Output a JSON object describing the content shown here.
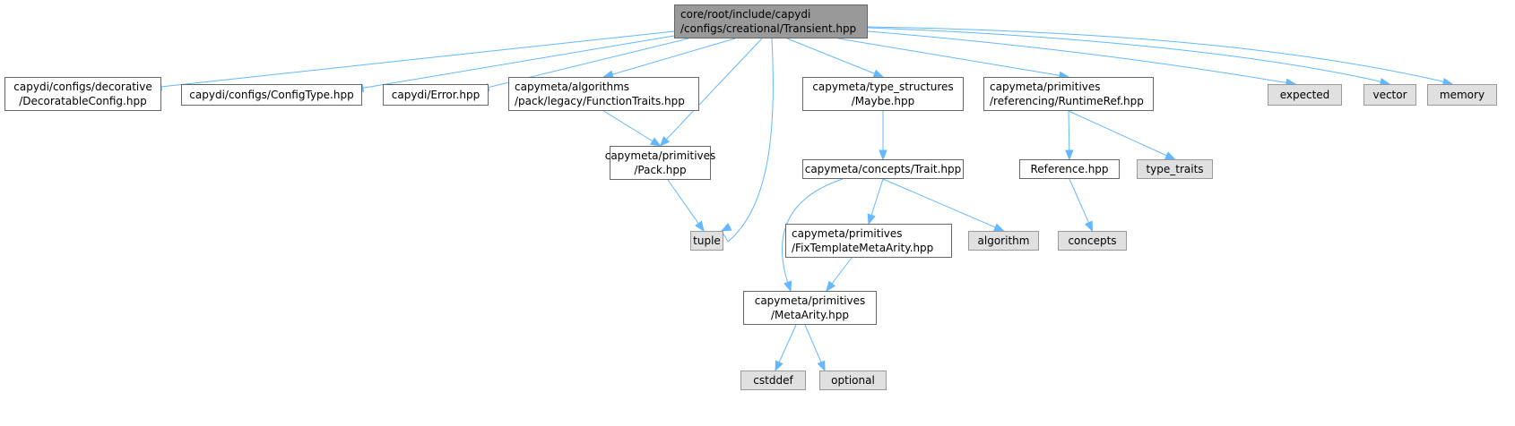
{
  "colors": {
    "edge": "#63b8ff",
    "root_fill": "#999999",
    "system_fill": "#e0e0e0",
    "local_fill": "#ffffff"
  },
  "nodes": [
    {
      "id": "root",
      "kind": "root",
      "lines": [
        "core/root/include/capydi",
        "/configs/creational/Transient.hpp"
      ]
    },
    {
      "id": "decoratable",
      "kind": "local",
      "lines": [
        "capydi/configs/decorative",
        "/DecoratableConfig.hpp"
      ]
    },
    {
      "id": "configtype",
      "kind": "local",
      "lines": [
        "capydi/configs/ConfigType.hpp"
      ]
    },
    {
      "id": "error",
      "kind": "local",
      "lines": [
        "capydi/Error.hpp"
      ]
    },
    {
      "id": "functiontraits",
      "kind": "local",
      "lines": [
        "capymeta/algorithms",
        "/pack/legacy/FunctionTraits.hpp"
      ]
    },
    {
      "id": "pack",
      "kind": "local",
      "lines": [
        "capymeta/primitives",
        "/Pack.hpp"
      ]
    },
    {
      "id": "tuple",
      "kind": "sys",
      "lines": [
        "tuple"
      ]
    },
    {
      "id": "maybe",
      "kind": "local",
      "lines": [
        "capymeta/type_structures",
        "/Maybe.hpp"
      ]
    },
    {
      "id": "runtimeref",
      "kind": "local",
      "lines": [
        "capymeta/primitives",
        "/referencing/RuntimeRef.hpp"
      ]
    },
    {
      "id": "expected",
      "kind": "sys",
      "lines": [
        "expected"
      ]
    },
    {
      "id": "vector",
      "kind": "sys",
      "lines": [
        "vector"
      ]
    },
    {
      "id": "memory",
      "kind": "sys",
      "lines": [
        "memory"
      ]
    },
    {
      "id": "trait",
      "kind": "local",
      "lines": [
        "capymeta/concepts/Trait.hpp"
      ]
    },
    {
      "id": "reference",
      "kind": "local",
      "lines": [
        "Reference.hpp"
      ]
    },
    {
      "id": "type_traits",
      "kind": "sys",
      "lines": [
        "type_traits"
      ]
    },
    {
      "id": "fixtemplate",
      "kind": "local",
      "lines": [
        "capymeta/primitives",
        "/FixTemplateMetaArity.hpp"
      ]
    },
    {
      "id": "algorithm",
      "kind": "sys",
      "lines": [
        "algorithm"
      ]
    },
    {
      "id": "concepts",
      "kind": "sys",
      "lines": [
        "concepts"
      ]
    },
    {
      "id": "metaarity",
      "kind": "local",
      "lines": [
        "capymeta/primitives",
        "/MetaArity.hpp"
      ]
    },
    {
      "id": "cstddef",
      "kind": "sys",
      "lines": [
        "cstddef"
      ]
    },
    {
      "id": "optional",
      "kind": "sys",
      "lines": [
        "optional"
      ]
    }
  ],
  "edges": [
    [
      "root",
      "decoratable"
    ],
    [
      "root",
      "configtype"
    ],
    [
      "root",
      "error"
    ],
    [
      "root",
      "functiontraits"
    ],
    [
      "root",
      "pack"
    ],
    [
      "root",
      "tuple"
    ],
    [
      "root",
      "maybe"
    ],
    [
      "root",
      "runtimeref"
    ],
    [
      "root",
      "expected"
    ],
    [
      "root",
      "vector"
    ],
    [
      "root",
      "memory"
    ],
    [
      "functiontraits",
      "pack"
    ],
    [
      "pack",
      "tuple"
    ],
    [
      "maybe",
      "trait"
    ],
    [
      "runtimeref",
      "reference"
    ],
    [
      "runtimeref",
      "type_traits"
    ],
    [
      "reference",
      "concepts"
    ],
    [
      "trait",
      "metaarity"
    ],
    [
      "trait",
      "fixtemplate"
    ],
    [
      "trait",
      "algorithm"
    ],
    [
      "fixtemplate",
      "metaarity"
    ],
    [
      "metaarity",
      "cstddef"
    ],
    [
      "metaarity",
      "optional"
    ]
  ]
}
